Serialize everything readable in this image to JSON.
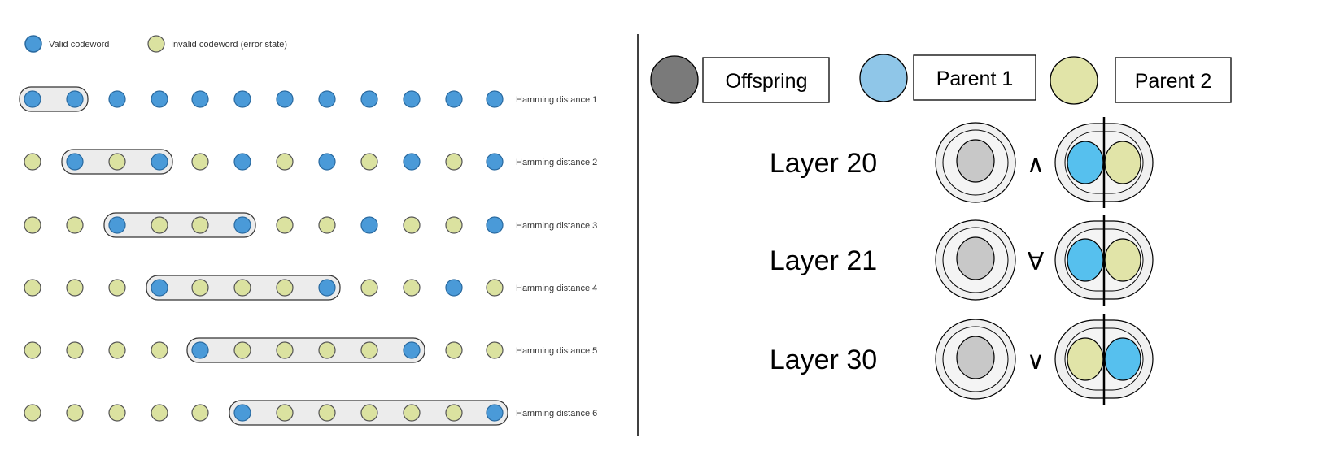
{
  "colors": {
    "valid": "#4a9ad8",
    "invalid": "#dbe2a0",
    "offspring": "#7a7a7a",
    "parent1": "#8fc6e8",
    "parent2": "#e1e4a8",
    "capsule": "#ececec",
    "inner_gray": "#c8c8c8",
    "parent1_layer": "#56c0ee"
  },
  "left_panel": {
    "legend": {
      "valid": {
        "label": "Valid codeword",
        "icon": "blue-circle-icon"
      },
      "invalid": {
        "label": "Invalid codeword (error state)",
        "icon": "yellow-circle-icon"
      }
    },
    "rows": [
      {
        "label": "Hamming distance 1",
        "dots": [
          "V",
          "V",
          "V",
          "V",
          "V",
          "V",
          "V",
          "V",
          "V",
          "V",
          "V",
          "V"
        ],
        "group": [
          0,
          1
        ]
      },
      {
        "label": "Hamming distance 2",
        "dots": [
          "I",
          "V",
          "I",
          "V",
          "I",
          "V",
          "I",
          "V",
          "I",
          "V",
          "I",
          "V"
        ],
        "group": [
          1,
          3
        ]
      },
      {
        "label": "Hamming distance 3",
        "dots": [
          "I",
          "I",
          "V",
          "I",
          "I",
          "V",
          "I",
          "I",
          "V",
          "I",
          "I",
          "V"
        ],
        "group": [
          2,
          5
        ]
      },
      {
        "label": "Hamming distance 4",
        "dots": [
          "I",
          "I",
          "I",
          "V",
          "I",
          "I",
          "I",
          "V",
          "I",
          "I",
          "V",
          "I"
        ],
        "group": [
          3,
          7
        ]
      },
      {
        "label": "Hamming distance 5",
        "dots": [
          "I",
          "I",
          "I",
          "I",
          "V",
          "I",
          "I",
          "I",
          "I",
          "V",
          "I",
          "I"
        ],
        "group": [
          4,
          9
        ]
      },
      {
        "label": "Hamming distance 6",
        "dots": [
          "I",
          "I",
          "I",
          "I",
          "I",
          "V",
          "I",
          "I",
          "I",
          "I",
          "I",
          "V"
        ],
        "group": [
          5,
          11
        ]
      }
    ]
  },
  "right_panel": {
    "legend": [
      {
        "label": "Offspring",
        "color_key": "offspring"
      },
      {
        "label": "Parent 1",
        "color_key": "parent1"
      },
      {
        "label": "Parent 2",
        "color_key": "parent2"
      }
    ],
    "layers": [
      {
        "label": "Layer 20",
        "operator": "∧",
        "left_color_key": "parent1_layer",
        "right_color_key": "parent2"
      },
      {
        "label": "Layer 21",
        "operator": "∀",
        "left_color_key": "parent1_layer",
        "right_color_key": "parent2"
      },
      {
        "label": "Layer 30",
        "operator": "∨",
        "left_color_key": "parent2",
        "right_color_key": "parent1_layer"
      }
    ]
  }
}
